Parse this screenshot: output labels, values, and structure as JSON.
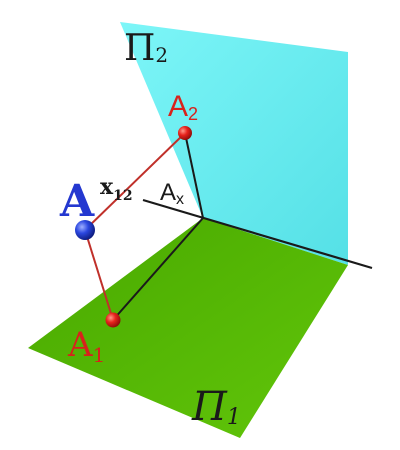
{
  "labels": {
    "plane_frontal": {
      "main": "Π",
      "sub": "2"
    },
    "plane_horizontal": {
      "main": "Π",
      "sub": "1"
    },
    "point_frontal_proj": {
      "main": "A",
      "sub": "2"
    },
    "point_horizontal_proj": {
      "main": "A",
      "sub": "1"
    },
    "point_space": {
      "main": "A"
    },
    "axis_point": {
      "main": "A",
      "sub": "x"
    },
    "axis": {
      "main": "x",
      "sub": "12"
    }
  },
  "colors": {
    "frontal_plane": "#6ff0f2",
    "horizontal_plane": "#52b800",
    "projection_points": "#e8231d",
    "space_point": "#2040d8",
    "projection_lines": "#c0302a",
    "axis_lines": "#1a1a1a",
    "label_red": "#d8221c",
    "label_blue": "#2438d0",
    "label_dark": "#1a1a1a"
  }
}
